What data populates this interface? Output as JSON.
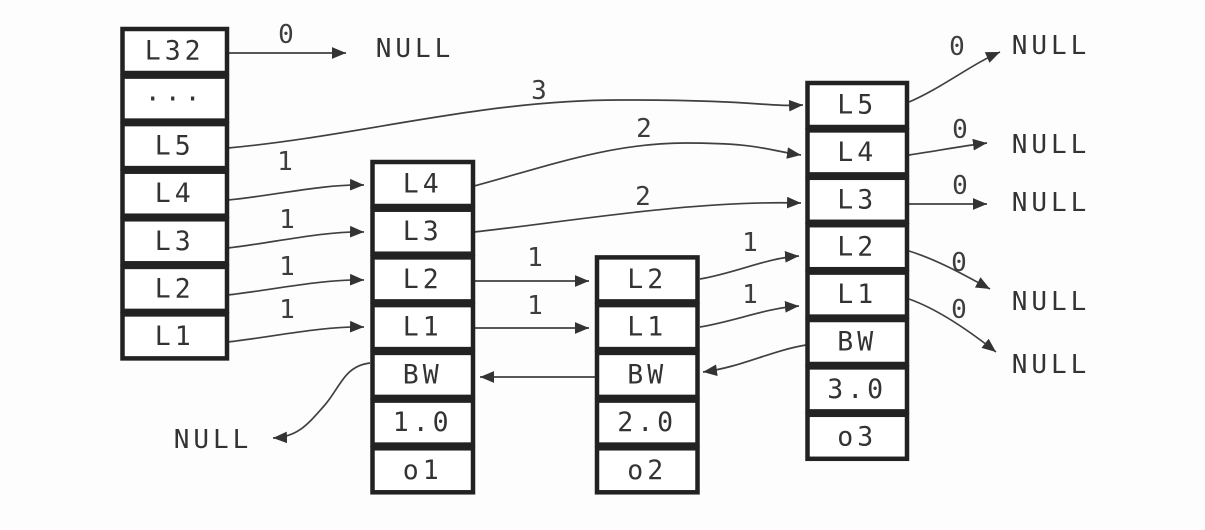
{
  "colors": {
    "background": "#fdfdfd",
    "box_border": "#222222",
    "arrow_line": "#404040",
    "text": "#333333"
  },
  "nodes": {
    "header": {
      "cells": [
        "L32",
        "...",
        "L5",
        "L4",
        "L3",
        "L2",
        "L1"
      ]
    },
    "node1": {
      "cells": [
        "L4",
        "L3",
        "L2",
        "L1",
        "BW",
        "1.0",
        "o1"
      ]
    },
    "node2": {
      "cells": [
        "L2",
        "L1",
        "BW",
        "2.0",
        "o2"
      ]
    },
    "node3": {
      "cells": [
        "L5",
        "L4",
        "L3",
        "L2",
        "L1",
        "BW",
        "3.0",
        "o3"
      ]
    }
  },
  "span_labels": [
    {
      "from": "header.L32",
      "to": "NULL",
      "value": "0"
    },
    {
      "from": "header.L5",
      "to": "node3.L5",
      "value": "3"
    },
    {
      "from": "header.L4",
      "to": "node1.L4",
      "value": "1"
    },
    {
      "from": "header.L3",
      "to": "node1.L3",
      "value": "1"
    },
    {
      "from": "header.L2",
      "to": "node1.L2",
      "value": "1"
    },
    {
      "from": "header.L1",
      "to": "node1.L1",
      "value": "1"
    },
    {
      "from": "node1.L4",
      "to": "node3.L4",
      "value": "2"
    },
    {
      "from": "node1.L3",
      "to": "node3.L3",
      "value": "2"
    },
    {
      "from": "node1.L2",
      "to": "node2.L2",
      "value": "1"
    },
    {
      "from": "node1.L1",
      "to": "node2.L1",
      "value": "1"
    },
    {
      "from": "node2.L2",
      "to": "node3.L2",
      "value": "1"
    },
    {
      "from": "node2.L1",
      "to": "node3.L1",
      "value": "1"
    },
    {
      "from": "node3.L5",
      "to": "NULL",
      "value": "0"
    },
    {
      "from": "node3.L4",
      "to": "NULL",
      "value": "0"
    },
    {
      "from": "node3.L3",
      "to": "NULL",
      "value": "0"
    },
    {
      "from": "node3.L2",
      "to": "NULL",
      "value": "0"
    },
    {
      "from": "node3.L1",
      "to": "NULL",
      "value": "0"
    }
  ],
  "null_labels": [
    {
      "at": "header.L32",
      "value": "NULL"
    },
    {
      "at": "node1.BW",
      "value": "NULL"
    },
    {
      "at": "node3.L5",
      "value": "NULL"
    },
    {
      "at": "node3.L4",
      "value": "NULL"
    },
    {
      "at": "node3.L3",
      "value": "NULL"
    },
    {
      "at": "node3.L2",
      "value": "NULL"
    },
    {
      "at": "node3.L1",
      "value": "NULL"
    }
  ]
}
